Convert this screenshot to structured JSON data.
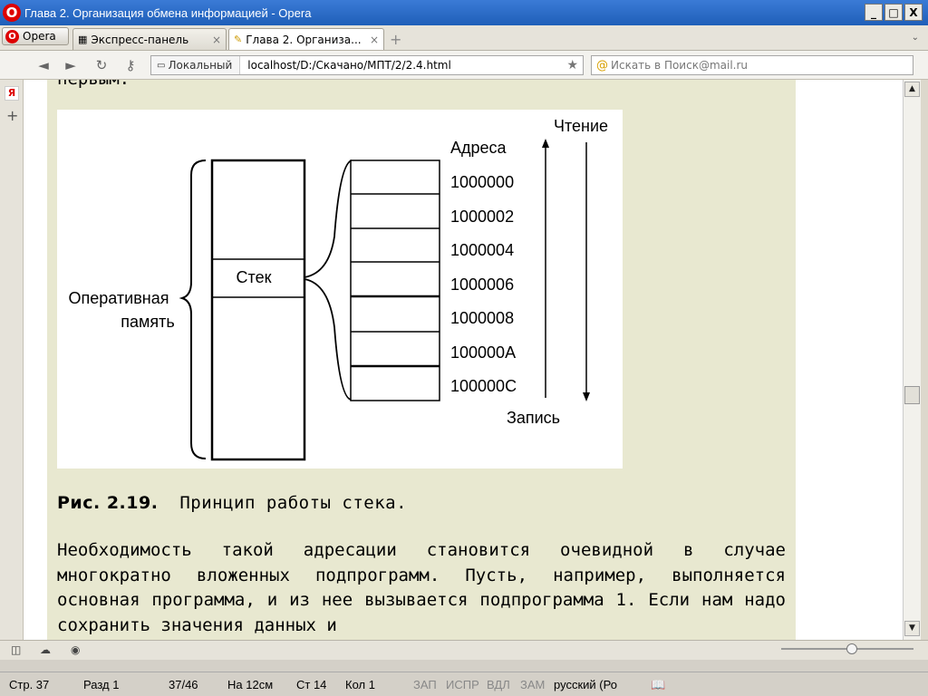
{
  "window": {
    "title": "Глава 2. Организация обмена информацией - Opera",
    "minimize": "_",
    "maximize": "□",
    "close": "X"
  },
  "tabs": {
    "menu_label": "Opera",
    "items": [
      {
        "label": "Экспресс-панель"
      },
      {
        "label": "Глава 2. Организа..."
      }
    ],
    "close_glyph": "×",
    "new_tab_glyph": "+"
  },
  "nav": {
    "back": "◄",
    "forward": "►",
    "reload": "↻",
    "key": "⚷",
    "security_label": "Локальный",
    "url": "localhost/D:/Скачано/МПТ/2/2.4.html",
    "bookmark_star": "★",
    "search_placeholder": "Искать в Поиск@mail.ru"
  },
  "sidepanel": {
    "ya_label": "Я",
    "add_glyph": "+"
  },
  "page": {
    "prev_text": "первым.",
    "figure": {
      "ram_label_line1": "Оперативная",
      "ram_label_line2": "память",
      "stack_label": "Стек",
      "addresses_header": "Адреса",
      "read_label": "Чтение",
      "write_label": "Запись",
      "addresses": [
        "1000000",
        "1000002",
        "1000004",
        "1000006",
        "1000008",
        "100000A",
        "100000C"
      ]
    },
    "caption_number": "Рис. 2.19.",
    "caption_text": "Принцип работы стека.",
    "paragraph": "Необходимость такой адресации становится очевидной в случае многократно вложенных подпрограмм. Пусть, например, выполняется основная программа, и из нее вызывается подпрограмма 1. Если нам надо сохранить значения данных и"
  },
  "scrollbar": {
    "up": "▲",
    "down": "▼"
  },
  "word_status": {
    "page": "Стр. 37",
    "section": "Разд 1",
    "pages": "37/46",
    "position": "На 12см",
    "line": "Ст 14",
    "column": "Кол 1",
    "rec": "ЗАП",
    "trk": "ИСПР",
    "ext": "ВДЛ",
    "ovr": "ЗАМ",
    "language": "русский (Ро"
  }
}
